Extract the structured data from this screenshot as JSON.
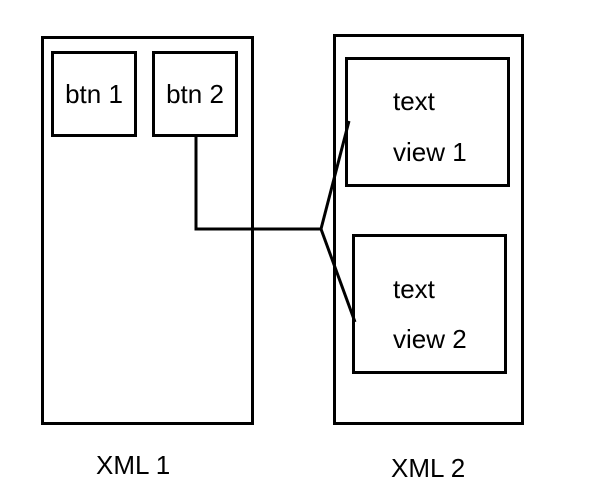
{
  "xml1": {
    "caption": "XML 1",
    "buttons": [
      {
        "label": "btn 1"
      },
      {
        "label": "btn 2"
      }
    ]
  },
  "xml2": {
    "caption": "XML 2",
    "text_views": [
      {
        "line1": "text",
        "line2": "view 1"
      },
      {
        "line1": "text",
        "line2": "view 2"
      }
    ]
  },
  "colors": {
    "stroke": "#000000",
    "background": "#ffffff"
  }
}
